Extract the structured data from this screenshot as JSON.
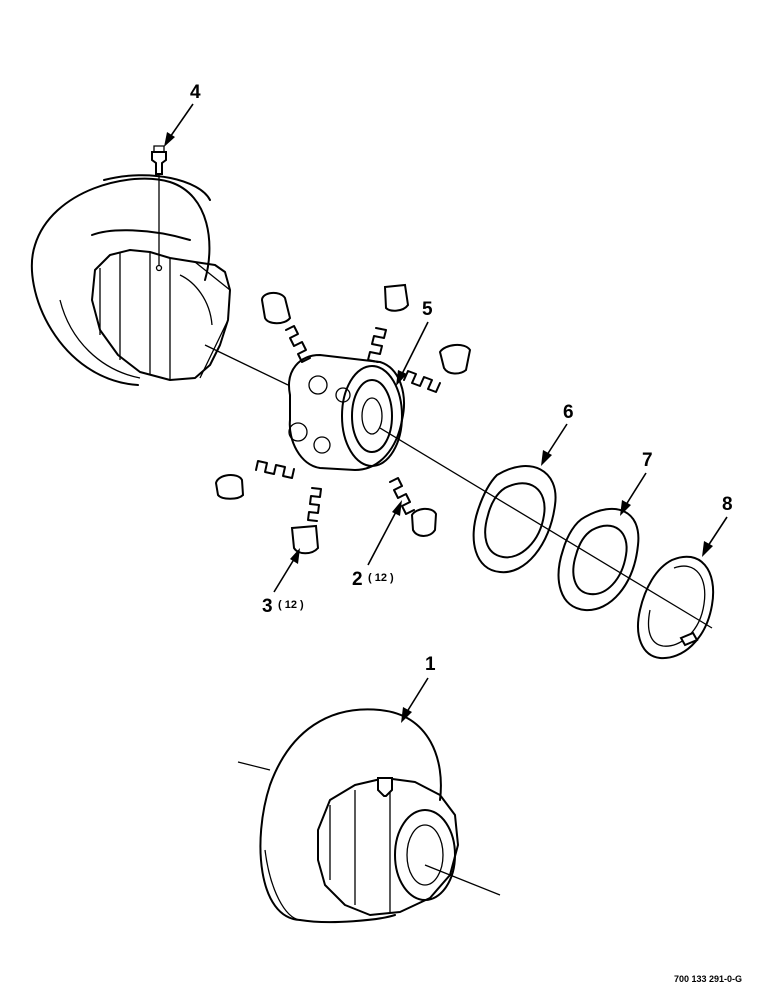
{
  "callouts": {
    "c1": "1",
    "c2": "2",
    "c2_qty": "( 12 )",
    "c3": "3",
    "c3_qty": "( 12 )",
    "c4": "4",
    "c5": "5",
    "c6": "6",
    "c7": "7",
    "c8": "8"
  },
  "reference_code": "700 133 291-0-G"
}
